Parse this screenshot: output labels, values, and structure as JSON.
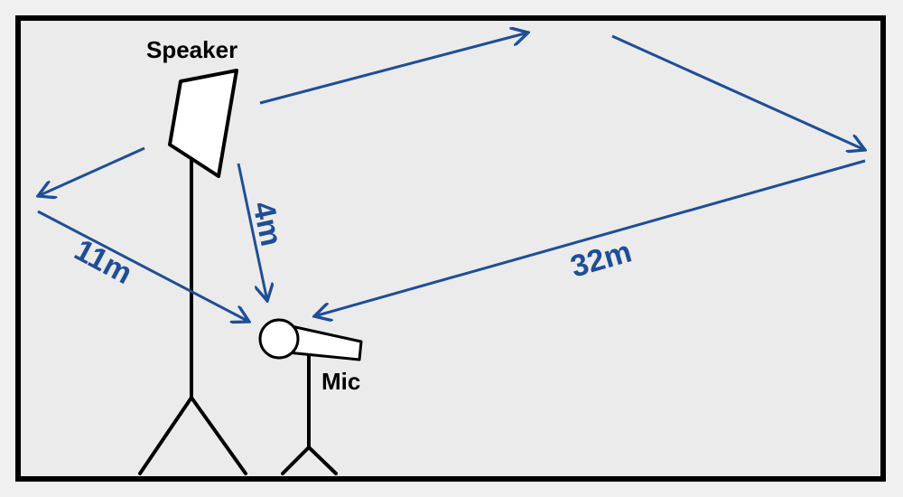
{
  "labels": {
    "speaker": "Speaker",
    "mic": "Mic",
    "dist_direct": "4m",
    "dist_left": "11m",
    "dist_right": "32m"
  },
  "colors": {
    "arrow": "#1f4e96",
    "ink": "#000000",
    "background": "#f0f0f0",
    "room": "#ebebeb"
  }
}
